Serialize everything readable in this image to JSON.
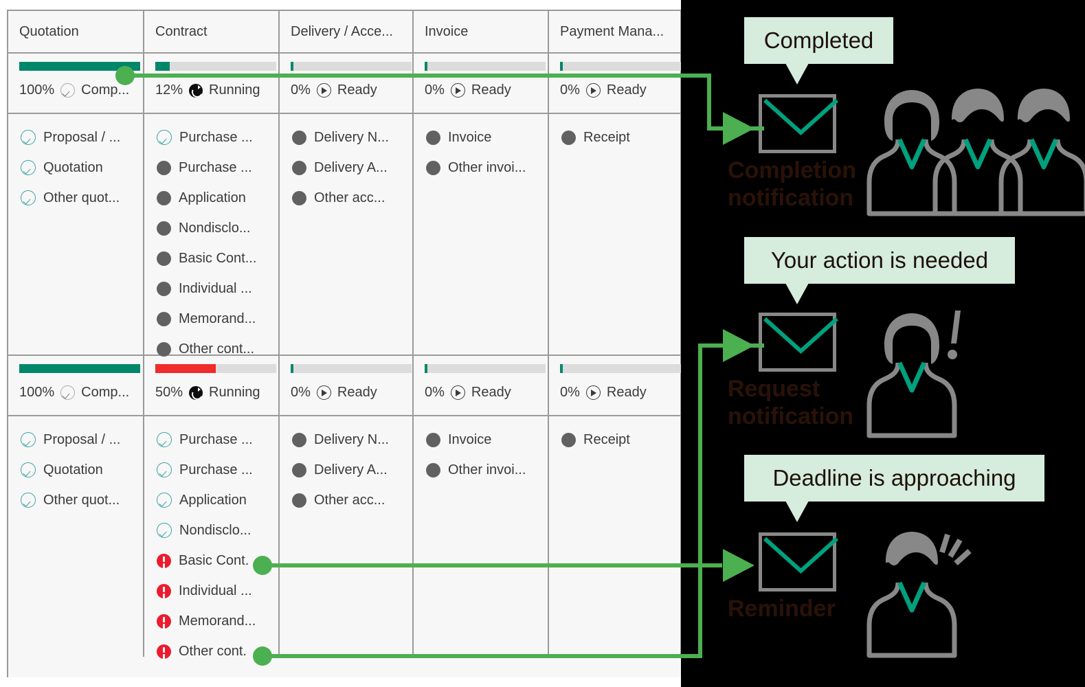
{
  "table": {
    "columns": [
      {
        "key": "quotation",
        "label": "Quotation"
      },
      {
        "key": "contract",
        "label": "Contract"
      },
      {
        "key": "delivery",
        "label": "Delivery / Acce..."
      },
      {
        "key": "invoice",
        "label": "Invoice"
      },
      {
        "key": "payment",
        "label": "Payment Mana..."
      }
    ],
    "rows": [
      {
        "status": [
          {
            "percent": "100%",
            "state": "Comp...",
            "icon": "check-circle-icon",
            "progress": 100,
            "bar_color": "#00876a"
          },
          {
            "percent": "12%",
            "state": "Running",
            "icon": "running-icon",
            "progress": 12,
            "bar_color": "#00876a"
          },
          {
            "percent": "0%",
            "state": "Ready",
            "icon": "ready-icon",
            "progress": 2,
            "bar_color": "#00876a"
          },
          {
            "percent": "0%",
            "state": "Ready",
            "icon": "ready-icon",
            "progress": 2,
            "bar_color": "#00876a"
          },
          {
            "percent": "0%",
            "state": "Ready",
            "icon": "ready-icon",
            "progress": 2,
            "bar_color": "#00876a"
          }
        ],
        "tasks": [
          [
            {
              "label": "Proposal / ...",
              "state": "done"
            },
            {
              "label": "Quotation",
              "state": "done"
            },
            {
              "label": "Other quot...",
              "state": "done"
            }
          ],
          [
            {
              "label": "Purchase ...",
              "state": "done"
            },
            {
              "label": "Purchase ...",
              "state": "pending"
            },
            {
              "label": "Application",
              "state": "pending"
            },
            {
              "label": "Nondisclo...",
              "state": "pending"
            },
            {
              "label": "Basic Cont...",
              "state": "pending"
            },
            {
              "label": "Individual ...",
              "state": "pending"
            },
            {
              "label": "Memorand...",
              "state": "pending"
            },
            {
              "label": "Other cont...",
              "state": "pending"
            }
          ],
          [
            {
              "label": "Delivery N...",
              "state": "pending"
            },
            {
              "label": "Delivery A...",
              "state": "pending"
            },
            {
              "label": "Other acc...",
              "state": "pending"
            }
          ],
          [
            {
              "label": "Invoice",
              "state": "pending"
            },
            {
              "label": "Other invoi...",
              "state": "pending"
            }
          ],
          [
            {
              "label": "Receipt",
              "state": "pending"
            }
          ]
        ]
      },
      {
        "status": [
          {
            "percent": "100%",
            "state": "Comp...",
            "icon": "check-circle-icon",
            "progress": 100,
            "bar_color": "#00876a"
          },
          {
            "percent": "50%",
            "state": "Running",
            "icon": "running-icon",
            "progress": 50,
            "bar_color": "#ef2b2b"
          },
          {
            "percent": "0%",
            "state": "Ready",
            "icon": "ready-icon",
            "progress": 2,
            "bar_color": "#00876a"
          },
          {
            "percent": "0%",
            "state": "Ready",
            "icon": "ready-icon",
            "progress": 2,
            "bar_color": "#00876a"
          },
          {
            "percent": "0%",
            "state": "Ready",
            "icon": "ready-icon",
            "progress": 2,
            "bar_color": "#00876a"
          }
        ],
        "tasks": [
          [
            {
              "label": "Proposal / ...",
              "state": "done"
            },
            {
              "label": "Quotation",
              "state": "done"
            },
            {
              "label": "Other quot...",
              "state": "done"
            }
          ],
          [
            {
              "label": "Purchase ...",
              "state": "done"
            },
            {
              "label": "Purchase ...",
              "state": "done"
            },
            {
              "label": "Application",
              "state": "done"
            },
            {
              "label": "Nondisclo...",
              "state": "done"
            },
            {
              "label": "Basic Cont.",
              "state": "alert"
            },
            {
              "label": "Individual ...",
              "state": "alert"
            },
            {
              "label": "Memorand...",
              "state": "alert"
            },
            {
              "label": "Other cont.",
              "state": "alert"
            }
          ],
          [
            {
              "label": "Delivery N...",
              "state": "pending"
            },
            {
              "label": "Delivery A...",
              "state": "pending"
            },
            {
              "label": "Other acc...",
              "state": "pending"
            }
          ],
          [
            {
              "label": "Invoice",
              "state": "pending"
            },
            {
              "label": "Other invoi...",
              "state": "pending"
            }
          ],
          [
            {
              "label": "Receipt",
              "state": "pending"
            }
          ]
        ]
      }
    ]
  },
  "panel": {
    "notifications": [
      {
        "callout": "Completed",
        "label": "Completion\nnotification",
        "icon": "envelope-icon",
        "people": 3,
        "badge": "none"
      },
      {
        "callout": "Your action is needed",
        "label": "Request\nnotification",
        "icon": "envelope-icon",
        "people": 1,
        "badge": "exclamation"
      },
      {
        "callout": "Deadline is approaching",
        "label": "Reminder",
        "icon": "envelope-icon",
        "people": 1,
        "badge": "motion-lines"
      }
    ]
  },
  "colors": {
    "accent_green": "#4caf50",
    "teal": "#00a07e",
    "progress_green": "#00876a",
    "progress_red": "#ef2b2b",
    "alert_red": "#ed1b2e",
    "callout_bg": "#d6ecdd",
    "panel_bg": "#000000",
    "label_brown": "#2a1208",
    "person_gray": "#888888"
  }
}
